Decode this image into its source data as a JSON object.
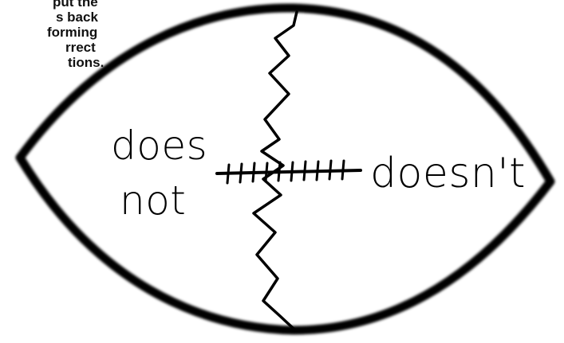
{
  "instruction": {
    "lines": [
      "put the",
      "s back",
      "forming",
      "rrect",
      "tions."
    ]
  },
  "football": {
    "left_words": [
      "does",
      "not"
    ],
    "right_word": "doesn't"
  }
}
